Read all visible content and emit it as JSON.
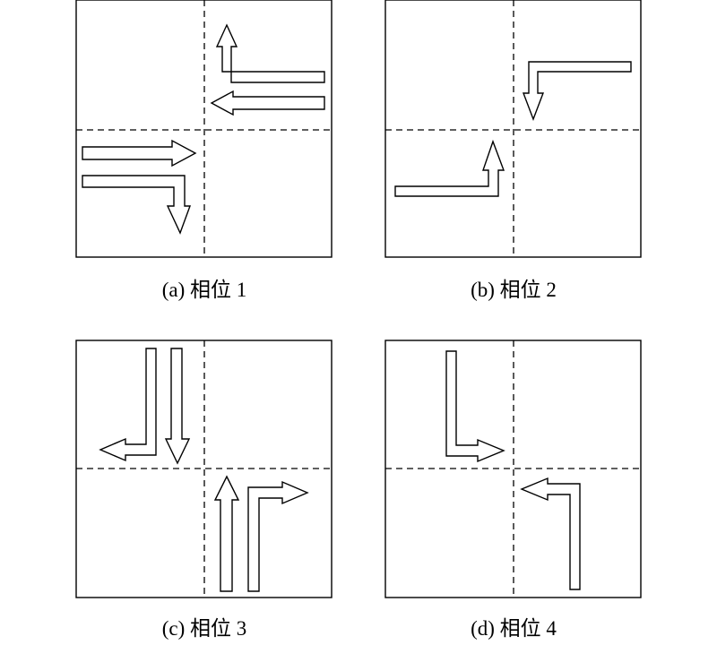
{
  "panels": [
    {
      "caption": "(a) 相位 1"
    },
    {
      "caption": "(b) 相位 2"
    },
    {
      "caption": "(c) 相位 3"
    },
    {
      "caption": "(d) 相位 4"
    }
  ]
}
